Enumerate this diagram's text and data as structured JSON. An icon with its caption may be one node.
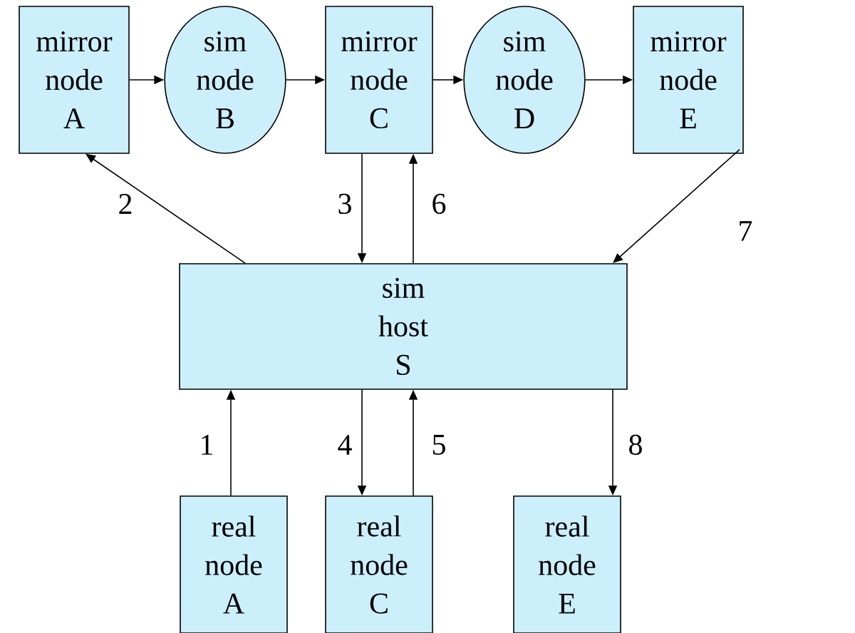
{
  "diagram": {
    "nodes": [
      {
        "text": [
          "mirror node A"
        ]
      },
      {
        "text": [
          "sim node B"
        ]
      },
      {
        "text": [
          "mirror node C"
        ]
      },
      {
        "text": [
          "sim node D"
        ]
      },
      {
        "text": [
          "mirror node E"
        ]
      },
      {
        "text": [
          "sim host S"
        ]
      },
      {
        "text": [
          "real node A"
        ]
      },
      {
        "text": [
          "real node C"
        ]
      },
      {
        "text": [
          "real node E"
        ]
      }
    ],
    "edges": [
      {
        "from": 0,
        "to": 1,
        "arrow": "to"
      },
      {
        "from": 1,
        "to": 2,
        "arrow": "to"
      },
      {
        "from": 2,
        "to": 3,
        "arrow": "to"
      },
      {
        "from": 3,
        "to": 4,
        "arrow": "to"
      },
      {
        "from": 6,
        "to": 5,
        "arrow": "to",
        "label": "1"
      },
      {
        "from": 5,
        "to": 0,
        "arrow": "to",
        "label": "2"
      },
      {
        "from": 2,
        "to": 5,
        "arrow": "to",
        "label": "3"
      },
      {
        "from": 5,
        "to": 7,
        "arrow": "to",
        "label": "4"
      },
      {
        "from": 7,
        "to": 5,
        "arrow": "to",
        "label": "5"
      },
      {
        "from": 5,
        "to": 2,
        "arrow": "to",
        "label": "6"
      },
      {
        "from": 4,
        "to": 5,
        "arrow": "to",
        "label": "7"
      },
      {
        "from": 5,
        "to": 8,
        "arrow": "to",
        "label": "8"
      }
    ]
  }
}
